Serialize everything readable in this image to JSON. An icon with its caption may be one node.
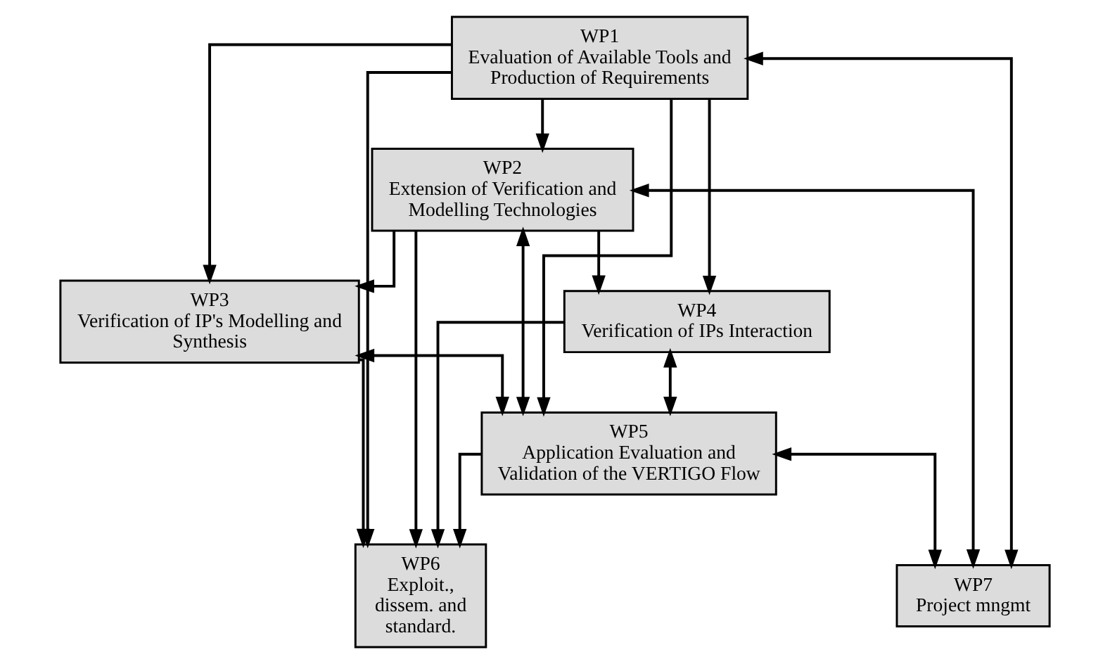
{
  "diagram": {
    "nodes": [
      {
        "text": [
          "WP1",
          "Evaluation of Available Tools and Production of Requirements"
        ]
      },
      {
        "text": [
          "WP2",
          "Extension of Verification and Modelling Technologies"
        ]
      },
      {
        "text": [
          "WP3",
          "Verification of IP's Modelling and Synthesis"
        ]
      },
      {
        "text": [
          "WP4",
          "Verification of IPs Interaction"
        ]
      },
      {
        "text": [
          "WP5",
          "Application Evaluation and Validation of the VERTIGO Flow"
        ]
      },
      {
        "text": [
          "WP6",
          "Exploit., dissem. and standard."
        ]
      },
      {
        "text": [
          "WP7",
          "Project mngmt"
        ]
      }
    ],
    "edges": [
      {
        "from": 6,
        "to": 0,
        "arrow": "both"
      },
      {
        "from": 0,
        "to": 5,
        "arrow": "to"
      },
      {
        "from": 1,
        "to": 5,
        "arrow": "to"
      },
      {
        "from": 1,
        "to": 6,
        "arrow": "both"
      },
      {
        "from": 0,
        "to": 4,
        "arrow": "to"
      },
      {
        "from": 0,
        "to": 2,
        "arrow": "to"
      },
      {
        "from": 0,
        "to": 3,
        "arrow": "to"
      },
      {
        "from": 0,
        "to": 1,
        "arrow": "to"
      },
      {
        "from": 1,
        "to": 2,
        "arrow": "to"
      },
      {
        "from": 1,
        "to": 3,
        "arrow": "to"
      },
      {
        "from": 2,
        "to": 4,
        "arrow": "both"
      },
      {
        "from": 3,
        "to": 4,
        "arrow": "both"
      },
      {
        "from": 1,
        "to": 4,
        "arrow": "both"
      },
      {
        "from": 2,
        "to": 5,
        "arrow": "to"
      },
      {
        "from": 3,
        "to": 5,
        "arrow": "to"
      },
      {
        "from": 4,
        "to": 5,
        "arrow": "to"
      },
      {
        "from": 4,
        "to": 6,
        "arrow": "both"
      }
    ]
  }
}
